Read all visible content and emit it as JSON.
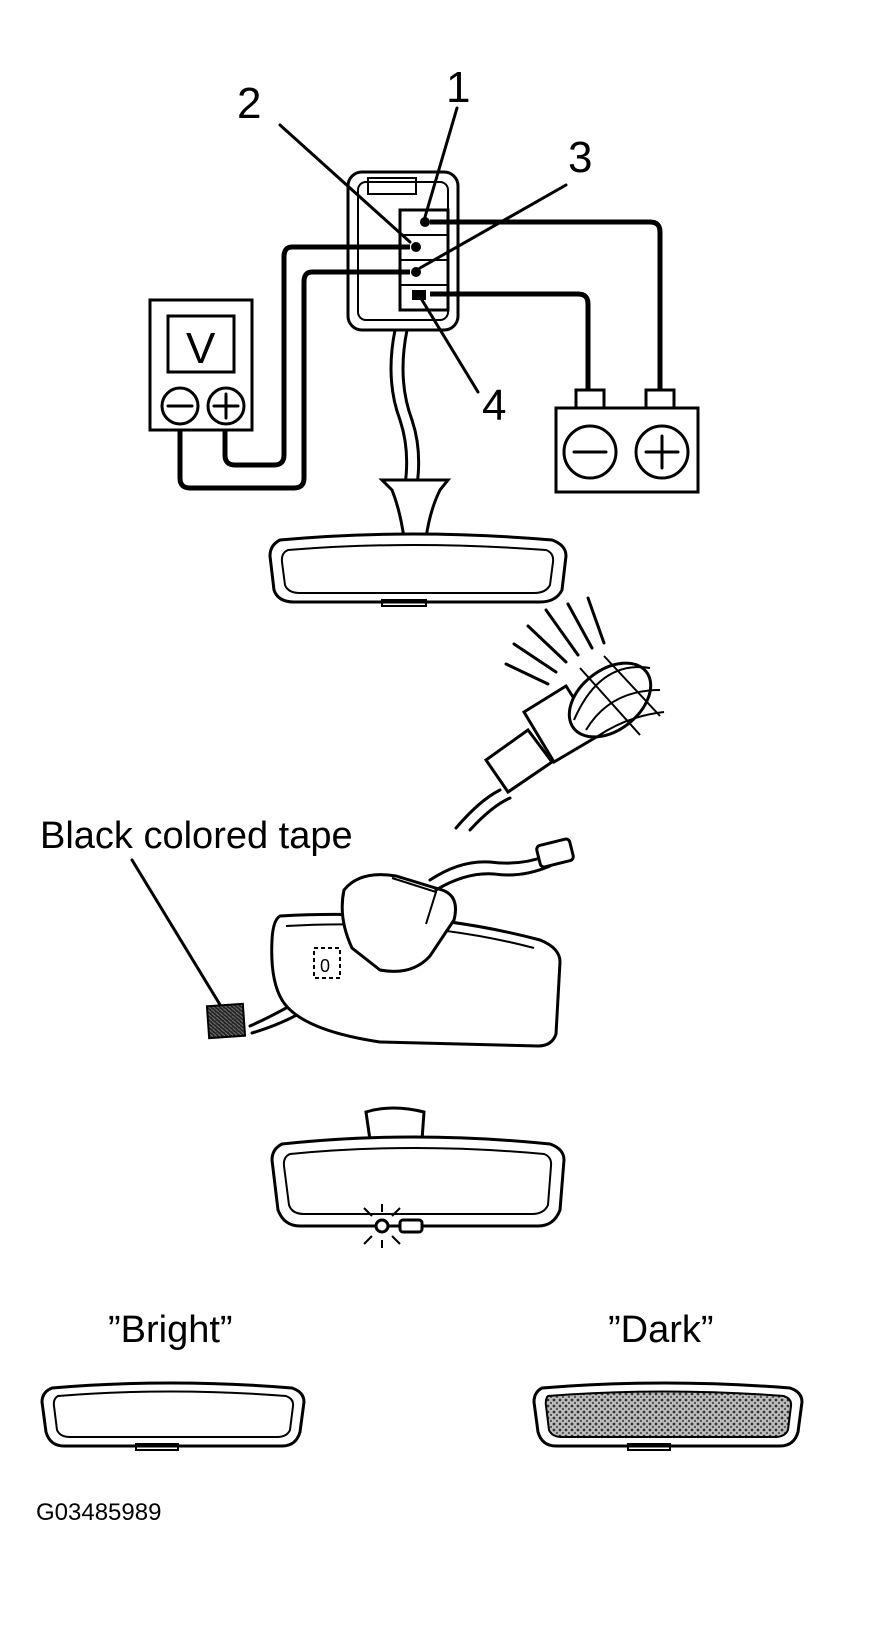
{
  "labels": {
    "terminal_1": "1",
    "terminal_2": "2",
    "terminal_3": "3",
    "terminal_4": "4",
    "voltmeter_symbol": "V",
    "tape_caption": "Black colored tape",
    "bright_caption": "”Bright”",
    "dark_caption": "”Dark”",
    "figure_code": "G03485989"
  },
  "colors": {
    "ink": "#000000",
    "paper": "#ffffff",
    "dark_mirror_fill": "#9a9a9a"
  },
  "icons": [
    "voltmeter-icon",
    "battery-icon",
    "work-lamp-icon",
    "minus-icon",
    "plus-icon"
  ]
}
